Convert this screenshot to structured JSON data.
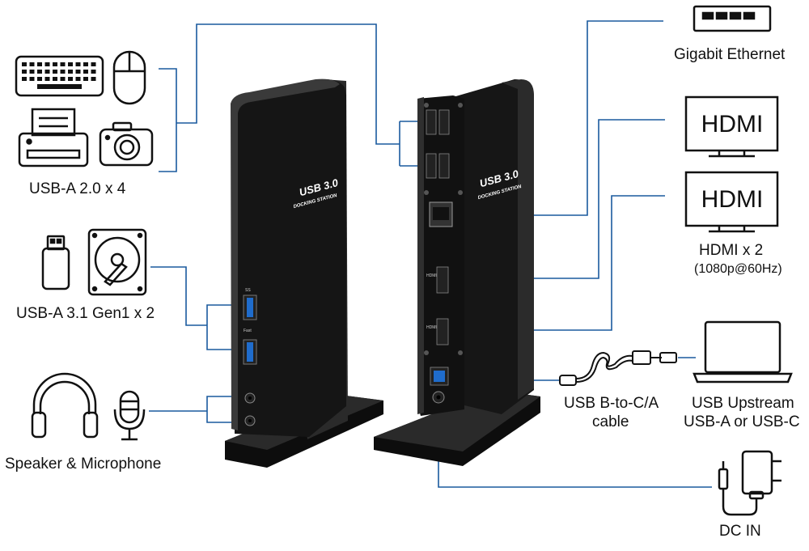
{
  "labels": {
    "usb_a_20": "USB-A 2.0 x 4",
    "usb_a_31": "USB-A 3.1 Gen1 x 2",
    "speaker_mic": "Speaker & Microphone",
    "gigabit": "Gigabit Ethernet",
    "hdmi_count": "HDMI x 2",
    "hdmi_res": "(1080p@60Hz)",
    "usb_cable_line1": "USB B-to-C/A",
    "usb_cable_line2": "cable",
    "upstream_line1": "USB Upstream",
    "upstream_line2": "USB-A or USB-C",
    "dc_in": "DC IN"
  },
  "monitor_text": "HDMI",
  "dock": {
    "brand_line1": "USB 3.0",
    "brand_line2": "DOCKING STATION",
    "port_hdmi": "HDMI",
    "port_fast": "Fast"
  },
  "colors": {
    "connector_line": "#1a5a9e",
    "device_stroke": "#111111",
    "dock_body": "#151515"
  }
}
